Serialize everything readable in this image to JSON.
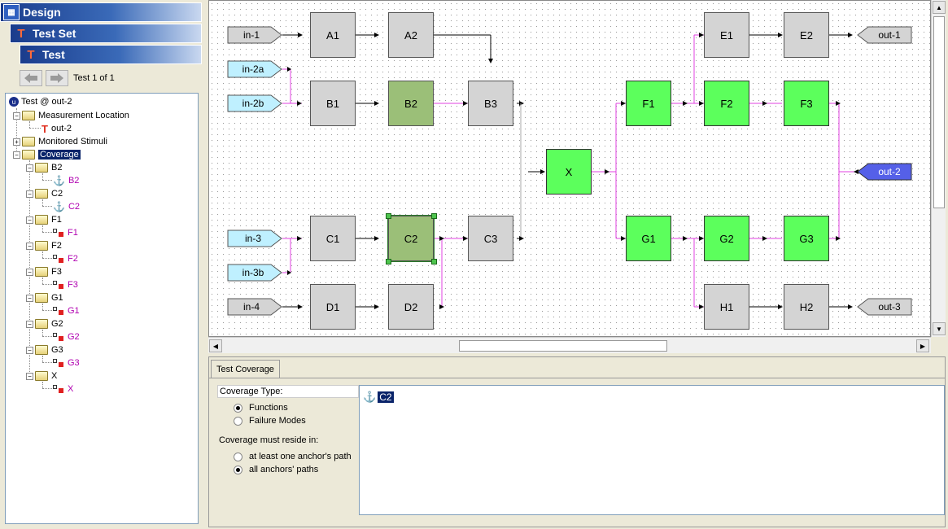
{
  "left": {
    "design_label": "Design",
    "testset_label": "Test Set",
    "test_label": "Test",
    "nav_text": "Test 1 of 1"
  },
  "tree": {
    "root": "Test @ out-2",
    "measurement_location": "Measurement Location",
    "measurement_item": "out-2",
    "monitored_stimuli": "Monitored Stimuli",
    "coverage": "Coverage",
    "groups": [
      {
        "folder": "B2",
        "leaf": "B2",
        "leaf_icon": "anchor-icon"
      },
      {
        "folder": "C2",
        "leaf": "C2",
        "leaf_icon": "anchor-icon"
      },
      {
        "folder": "F1",
        "leaf": "F1",
        "leaf_icon": "function-icon"
      },
      {
        "folder": "F2",
        "leaf": "F2",
        "leaf_icon": "function-icon"
      },
      {
        "folder": "F3",
        "leaf": "F3",
        "leaf_icon": "function-icon"
      },
      {
        "folder": "G1",
        "leaf": "G1",
        "leaf_icon": "function-icon"
      },
      {
        "folder": "G2",
        "leaf": "G2",
        "leaf_icon": "function-icon"
      },
      {
        "folder": "G3",
        "leaf": "G3",
        "leaf_icon": "function-icon"
      },
      {
        "folder": "X",
        "leaf": "X",
        "leaf_icon": "function-icon"
      }
    ]
  },
  "diagram": {
    "ports": {
      "in1": "in-1",
      "in2a": "in-2a",
      "in2b": "in-2b",
      "in3": "in-3",
      "in3b": "in-3b",
      "in4": "in-4",
      "out1": "out-1",
      "out2": "out-2",
      "out3": "out-3"
    },
    "blocks": {
      "A1": "A1",
      "A2": "A2",
      "B1": "B1",
      "B2": "B2",
      "B3": "B3",
      "C1": "C1",
      "C2": "C2",
      "C3": "C3",
      "D1": "D1",
      "D2": "D2",
      "X": "X",
      "F1": "F1",
      "F2": "F2",
      "F3": "F3",
      "G1": "G1",
      "G2": "G2",
      "G3": "G3",
      "E1": "E1",
      "E2": "E2",
      "H1": "H1",
      "H2": "H2"
    },
    "colors": {
      "gray": "#d4d4d4",
      "olive": "#9bbf78",
      "green": "#5cff5c",
      "highlight_wire": "#e040e0",
      "port_blue": "#bff0ff",
      "port_selected": "#5560e8"
    }
  },
  "bottom": {
    "tab_label": "Test Coverage",
    "coverage_type_label": "Coverage Type:",
    "opt_functions": "Functions",
    "opt_failure_modes": "Failure Modes",
    "reside_label": "Coverage must reside in:",
    "opt_at_least_one": "at least one anchor's path",
    "opt_all_anchors": "all anchors' paths",
    "coverage_item": "C2"
  }
}
